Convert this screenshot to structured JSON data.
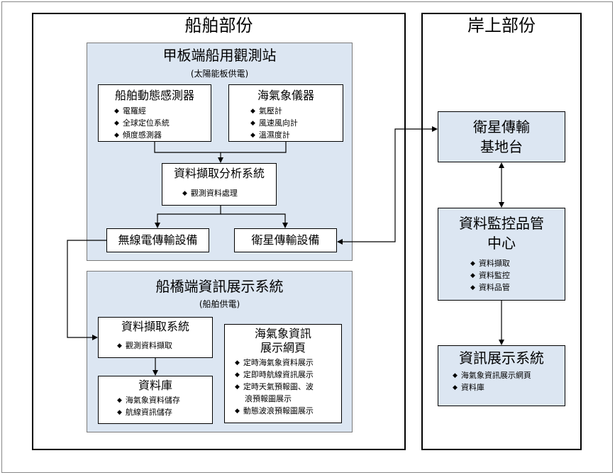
{
  "ship_section": {
    "title": "船舶部份",
    "deck_station": {
      "title": "甲板端船用觀測站",
      "subtitle": "(太陽能板供電)",
      "motion_sensor": {
        "title": "船舶動態感測器",
        "items": [
          "電羅經",
          "全球定位系統",
          "傾度感測器"
        ]
      },
      "weather_instrument": {
        "title": "海氣象儀器",
        "items": [
          "氣壓計",
          "風速風向計",
          "溫濕度計"
        ]
      },
      "acquisition": {
        "title": "資料擷取分析系統",
        "items": [
          "觀測資料處理"
        ]
      },
      "radio": "無線電傳輸設備",
      "satellite": "衛星傳輸設備"
    },
    "bridge": {
      "title": "船橋端資訊展示系統",
      "subtitle": "(船舶供電)",
      "acquisition": {
        "title": "資料擷取系統",
        "items": [
          "觀測資料擷取"
        ]
      },
      "database": {
        "title": "資料庫",
        "items": [
          "海氣象資料儲存",
          "航線資訊儲存"
        ]
      },
      "webpage": {
        "title_line1": "海氣象資訊",
        "title_line2": "展示網頁",
        "items": [
          "定時海氣象資料展示",
          "定即時航線資訊展示",
          "定時天氣預報圖、波",
          "浪預報圖展示",
          "動態波浪預報圖展示"
        ]
      }
    }
  },
  "shore_section": {
    "title": "岸上部份",
    "satellite_base": {
      "line1": "衛星傳輸",
      "line2": "基地台"
    },
    "monitor_center": {
      "line1": "資料監控品管",
      "line2": "中心",
      "items": [
        "資料擷取",
        "資料監控",
        "資料品管"
      ]
    },
    "display_system": {
      "title": "資訊展示系統",
      "items": [
        "海氣象資訊展示網頁",
        "資料庫"
      ]
    }
  }
}
